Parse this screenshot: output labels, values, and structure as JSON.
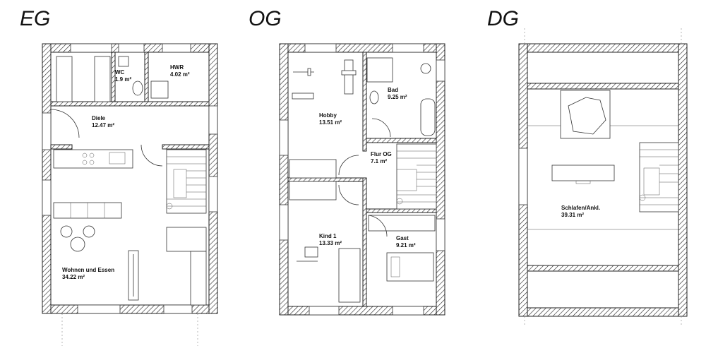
{
  "floors": [
    {
      "title": "EG",
      "rooms": [
        {
          "name": "WC",
          "area": "1.9 m²"
        },
        {
          "name": "HWR",
          "area": "4.02 m²"
        },
        {
          "name": "Diele",
          "area": "12.47 m²"
        },
        {
          "name": "Wohnen und Essen",
          "area": "34.22 m²"
        }
      ]
    },
    {
      "title": "OG",
      "rooms": [
        {
          "name": "Bad",
          "area": "9.25 m²"
        },
        {
          "name": "Hobby",
          "area": "13.51 m²"
        },
        {
          "name": "Flur OG",
          "area": "7.1 m²"
        },
        {
          "name": "Kind 1",
          "area": "13.33 m²"
        },
        {
          "name": "Gast",
          "area": "9.21 m²"
        }
      ]
    },
    {
      "title": "DG",
      "rooms": [
        {
          "name": "Schlafen/Ankl.",
          "area": "39.31 m²"
        }
      ]
    }
  ]
}
